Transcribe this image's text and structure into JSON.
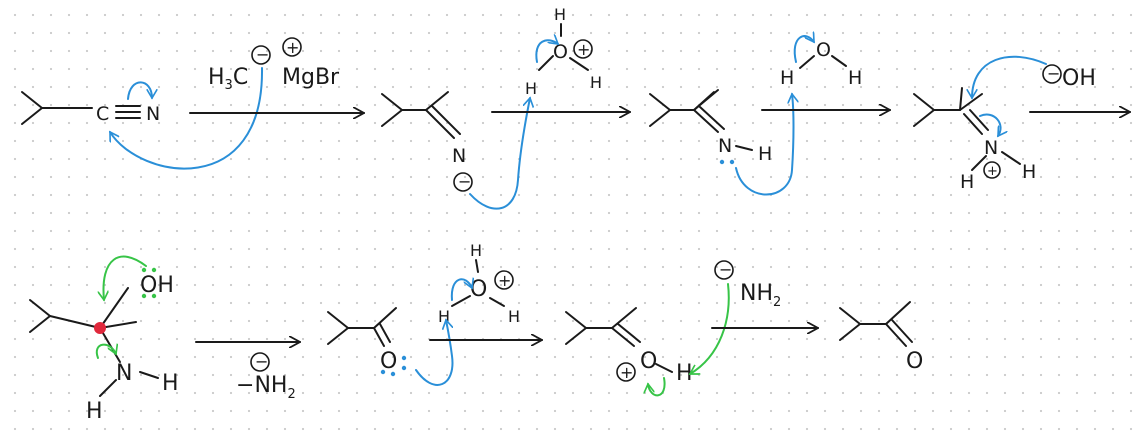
{
  "colors": {
    "ink": "#1a1a1a",
    "blue_arrow": "#2a8fd8",
    "green_arrow": "#37c447",
    "highlight_atom": "#e0283c",
    "background": "#ffffff",
    "grid_dots": "#cfcfcf"
  },
  "atoms": {
    "carbon": "C",
    "nitrogen": "N",
    "oxygen": "O",
    "hydrogen": "H",
    "hydroxyl": "OH",
    "h3c": "H",
    "h3c_sub": "3",
    "h3c_c": "C",
    "mgbr": "MgBr",
    "nh": "NH",
    "nh_sub": "2",
    "minus_prefix": "−"
  },
  "charges": {
    "minus": "−",
    "plus": "+"
  },
  "icons": [
    "reaction-arrow",
    "curved-electron-arrow-blue",
    "curved-electron-arrow-green",
    "lone-pair-dots",
    "charge-circle"
  ]
}
